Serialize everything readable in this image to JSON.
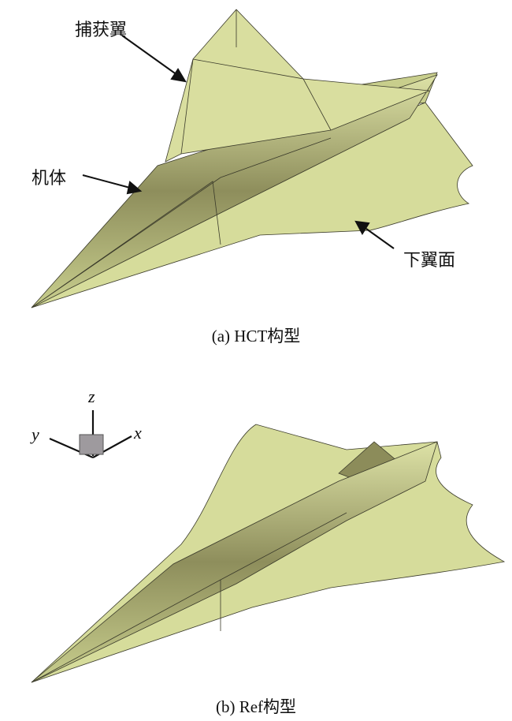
{
  "figure_a": {
    "caption": "(a) HCT构型",
    "labels": {
      "canard": "捕获翼",
      "body": "机体",
      "lower_wing": "下翼面"
    }
  },
  "figure_b": {
    "caption": "(b) Ref构型"
  },
  "axes": {
    "x": "x",
    "y": "y",
    "z": "z"
  },
  "colors": {
    "surface": "#d9de9f",
    "shade": "#8c8c5a",
    "edge": "#3a3a2a"
  }
}
